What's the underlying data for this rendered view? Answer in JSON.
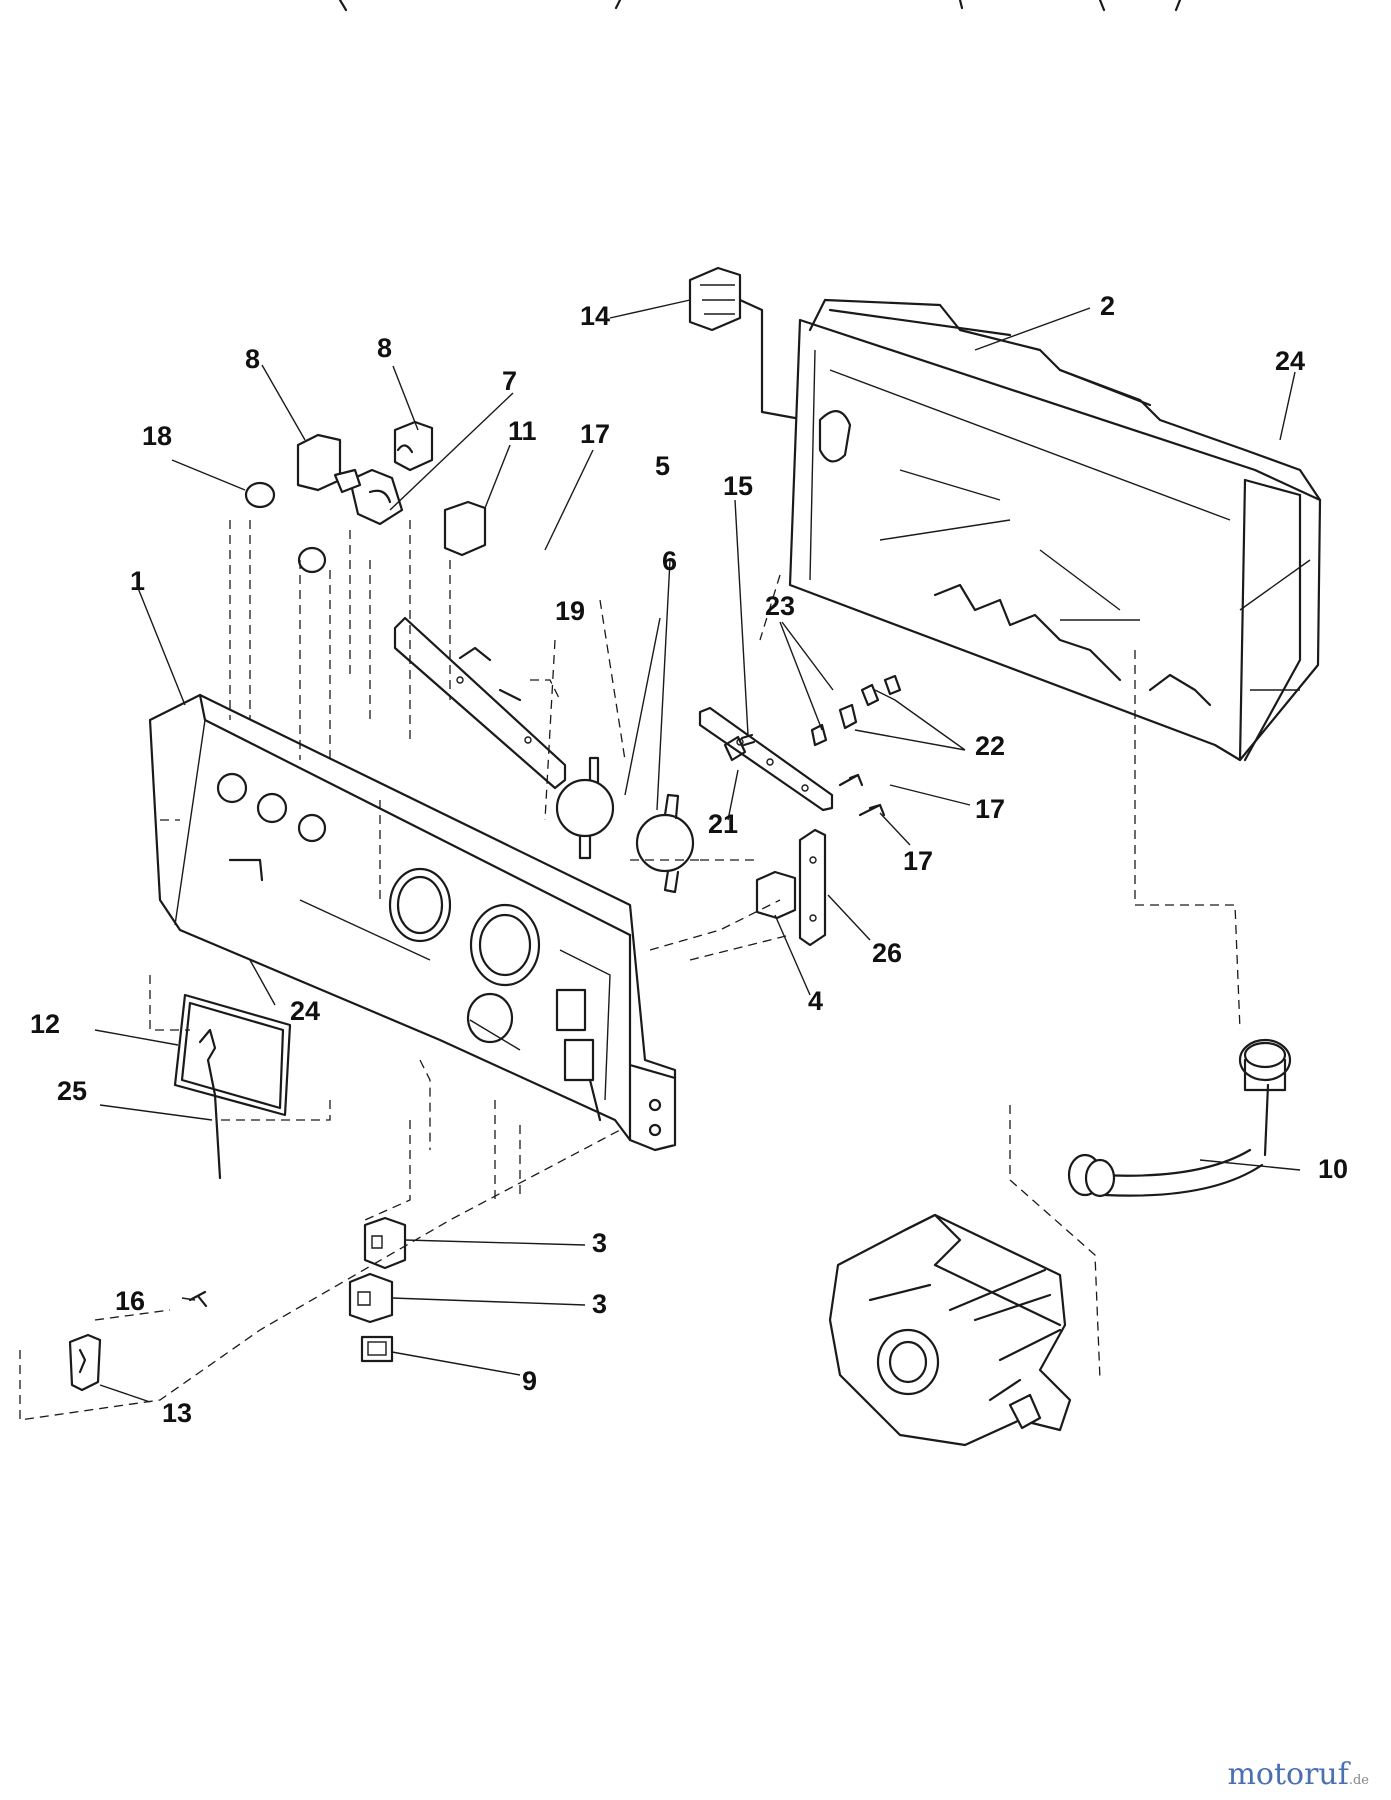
{
  "callouts": {
    "c1": "1",
    "c2": "2",
    "c3a": "3",
    "c3b": "3",
    "c4": "4",
    "c5": "5",
    "c6": "6",
    "c7": "7",
    "c8a": "8",
    "c8b": "8",
    "c9": "9",
    "c10": "10",
    "c11": "11",
    "c12": "12",
    "c13": "13",
    "c14": "14",
    "c15": "15",
    "c16": "16",
    "c17a": "17",
    "c17b": "17",
    "c17c": "17",
    "c18": "18",
    "c19": "19",
    "c21": "21",
    "c22": "22",
    "c23": "23",
    "c24a": "24",
    "c24b": "24",
    "c25": "25",
    "c26": "26"
  },
  "watermark": {
    "brand": "motoruf",
    "tld": ".de"
  }
}
